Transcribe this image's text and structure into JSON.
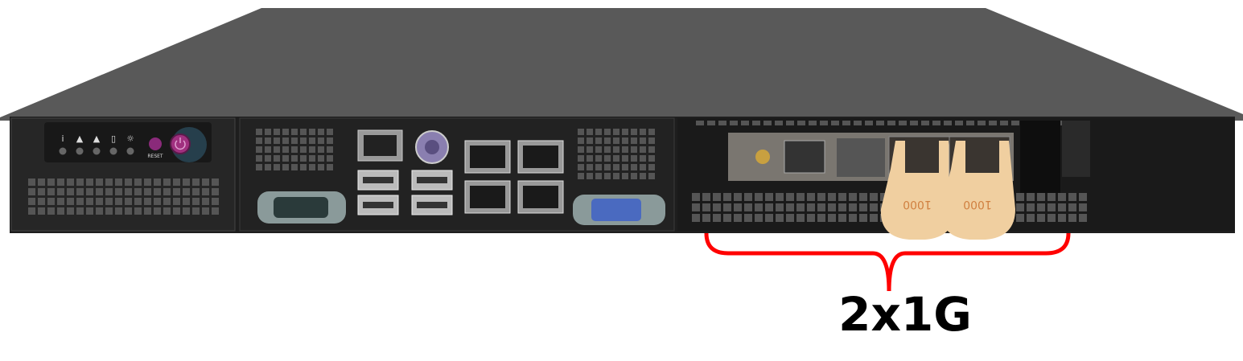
{
  "annotation": {
    "label": "2x1G",
    "bracket_color": "#ff0000"
  },
  "front_panel": {
    "reset_label": "RESET",
    "led_icons": [
      "info-icon",
      "warning-icon",
      "warning-icon",
      "hdd-icon",
      "power-light-icon"
    ],
    "button_color": "#8a2a7a"
  },
  "colors": {
    "chassis_top": "#595959",
    "front": "#1e1e1e",
    "sfp_tab": "#f0cfa0"
  },
  "sfp": {
    "tab_text": "1000"
  }
}
